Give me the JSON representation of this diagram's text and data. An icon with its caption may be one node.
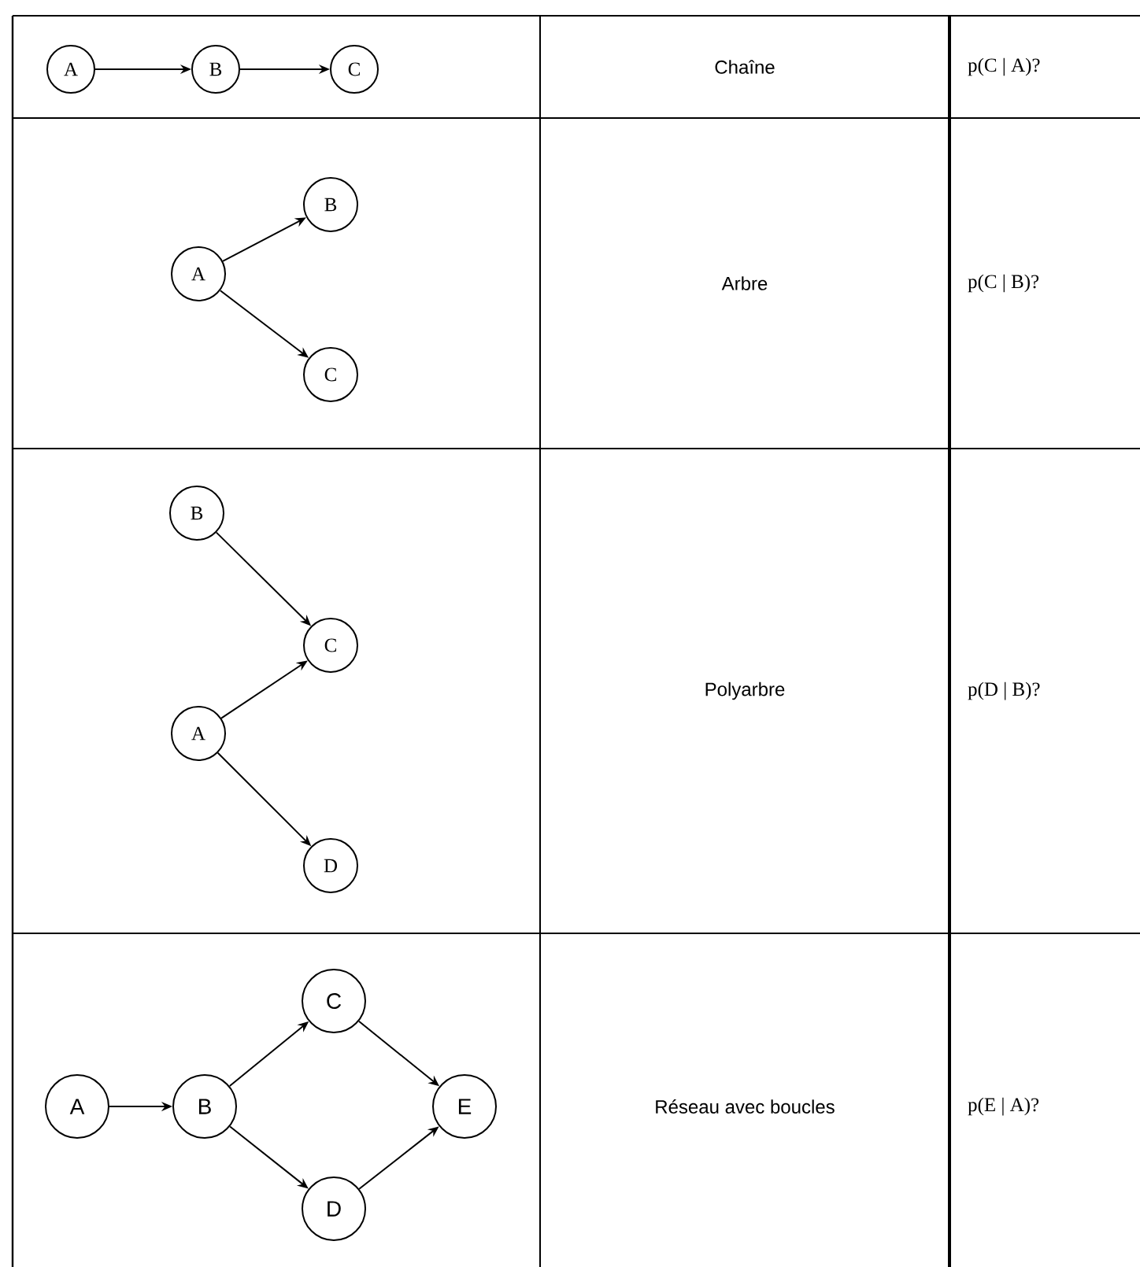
{
  "diagram": {
    "nodes": [
      {
        "text": [
          "A"
        ]
      },
      {
        "text": [
          "B"
        ]
      },
      {
        "text": [
          "C"
        ]
      },
      {
        "text": [
          "A"
        ]
      },
      {
        "text": [
          "B"
        ]
      },
      {
        "text": [
          "C"
        ]
      },
      {
        "text": [
          "B"
        ]
      },
      {
        "text": [
          "C"
        ]
      },
      {
        "text": [
          "A"
        ]
      },
      {
        "text": [
          "D"
        ]
      },
      {
        "text": [
          "A"
        ]
      },
      {
        "text": [
          "B"
        ]
      },
      {
        "text": [
          "C"
        ]
      },
      {
        "text": [
          "E"
        ]
      },
      {
        "text": [
          "D"
        ]
      }
    ],
    "edges": [
      {
        "from": 0,
        "to": 1,
        "arrow": "to"
      },
      {
        "from": 1,
        "to": 2,
        "arrow": "to"
      },
      {
        "from": 3,
        "to": 4,
        "arrow": "to"
      },
      {
        "from": 3,
        "to": 5,
        "arrow": "to"
      },
      {
        "from": 6,
        "to": 7,
        "arrow": "to"
      },
      {
        "from": 8,
        "to": 7,
        "arrow": "to"
      },
      {
        "from": 8,
        "to": 9,
        "arrow": "to"
      },
      {
        "from": 10,
        "to": 11,
        "arrow": "to"
      },
      {
        "from": 11,
        "to": 12,
        "arrow": "to"
      },
      {
        "from": 11,
        "to": 14,
        "arrow": "to"
      },
      {
        "from": 12,
        "to": 13,
        "arrow": "to"
      },
      {
        "from": 14,
        "to": 13,
        "arrow": "to"
      }
    ],
    "labels": [
      "Chaîne",
      "p(C | A)?",
      "Arbre",
      "p(C | B)?",
      "Polyarbre",
      "p(D | B)?",
      "Réseau avec boucles",
      "p(E | A)?"
    ]
  }
}
